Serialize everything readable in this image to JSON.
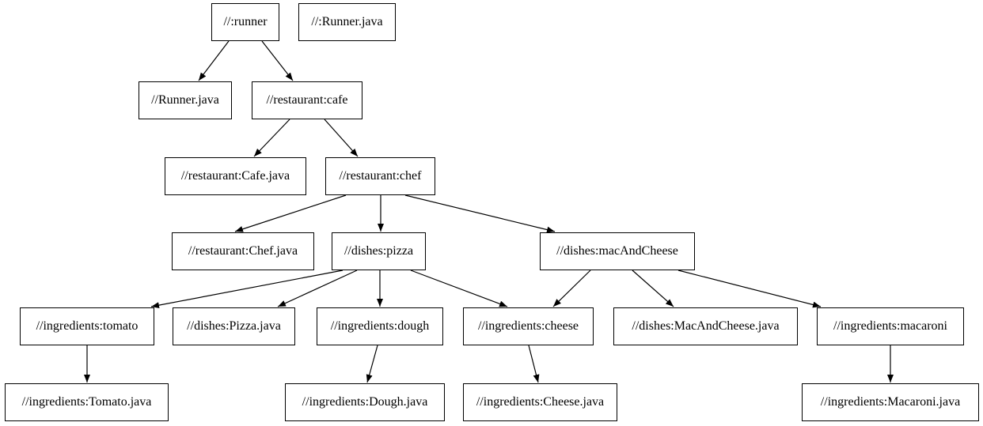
{
  "diagram": {
    "type": "dependency-graph",
    "description": "Build dependency graph of Bazel-style targets rendered as a directed graph",
    "colors": {
      "background": "#ffffff",
      "node_fill": "#ffffff",
      "node_border": "#000000",
      "edge": "#000000",
      "text": "#000000"
    },
    "nodes": [
      {
        "id": "runner",
        "label": "//:runner"
      },
      {
        "id": "runner-java-root",
        "label": "//:Runner.java"
      },
      {
        "id": "runner-java",
        "label": "//Runner.java"
      },
      {
        "id": "cafe",
        "label": "//restaurant:cafe"
      },
      {
        "id": "cafe-java",
        "label": "//restaurant:Cafe.java"
      },
      {
        "id": "chef",
        "label": "//restaurant:chef"
      },
      {
        "id": "chef-java",
        "label": "//restaurant:Chef.java"
      },
      {
        "id": "pizza",
        "label": "//dishes:pizza"
      },
      {
        "id": "mac-and-cheese",
        "label": "//dishes:macAndCheese"
      },
      {
        "id": "tomato",
        "label": "//ingredients:tomato"
      },
      {
        "id": "pizza-java",
        "label": "//dishes:Pizza.java"
      },
      {
        "id": "dough",
        "label": "//ingredients:dough"
      },
      {
        "id": "cheese",
        "label": "//ingredients:cheese"
      },
      {
        "id": "mac-and-cheese-java",
        "label": "//dishes:MacAndCheese.java"
      },
      {
        "id": "macaroni",
        "label": "//ingredients:macaroni"
      },
      {
        "id": "tomato-java",
        "label": "//ingredients:Tomato.java"
      },
      {
        "id": "dough-java",
        "label": "//ingredients:Dough.java"
      },
      {
        "id": "cheese-java",
        "label": "//ingredients:Cheese.java"
      },
      {
        "id": "macaroni-java",
        "label": "//ingredients:Macaroni.java"
      }
    ],
    "edges": [
      {
        "from": "runner",
        "to": "runner-java"
      },
      {
        "from": "runner",
        "to": "cafe"
      },
      {
        "from": "cafe",
        "to": "cafe-java"
      },
      {
        "from": "cafe",
        "to": "chef"
      },
      {
        "from": "chef",
        "to": "chef-java"
      },
      {
        "from": "chef",
        "to": "pizza"
      },
      {
        "from": "chef",
        "to": "mac-and-cheese"
      },
      {
        "from": "pizza",
        "to": "tomato"
      },
      {
        "from": "pizza",
        "to": "pizza-java"
      },
      {
        "from": "pizza",
        "to": "dough"
      },
      {
        "from": "pizza",
        "to": "cheese"
      },
      {
        "from": "mac-and-cheese",
        "to": "cheese"
      },
      {
        "from": "mac-and-cheese",
        "to": "mac-and-cheese-java"
      },
      {
        "from": "mac-and-cheese",
        "to": "macaroni"
      },
      {
        "from": "tomato",
        "to": "tomato-java"
      },
      {
        "from": "dough",
        "to": "dough-java"
      },
      {
        "from": "cheese",
        "to": "cheese-java"
      },
      {
        "from": "macaroni",
        "to": "macaroni-java"
      }
    ]
  }
}
